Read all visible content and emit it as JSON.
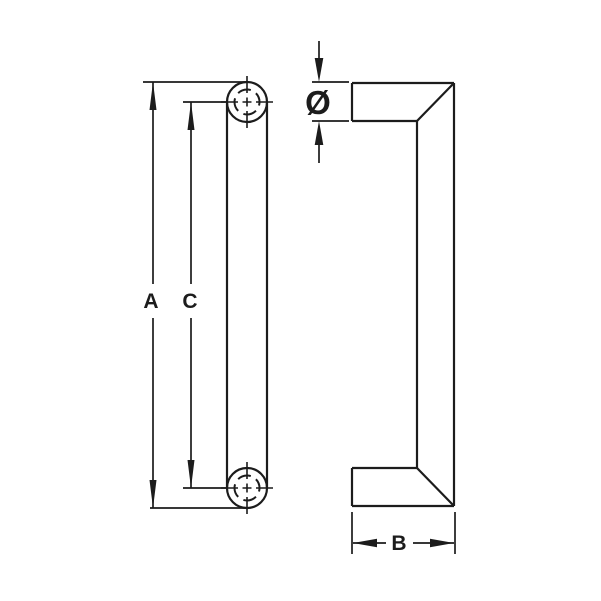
{
  "drawing": {
    "labels": {
      "overall_length": "A",
      "centers_distance": "C",
      "projection_width": "B",
      "diameter_symbol": "Ø"
    },
    "colors": {
      "line": "#1c1c1c",
      "background": "#ffffff"
    }
  }
}
